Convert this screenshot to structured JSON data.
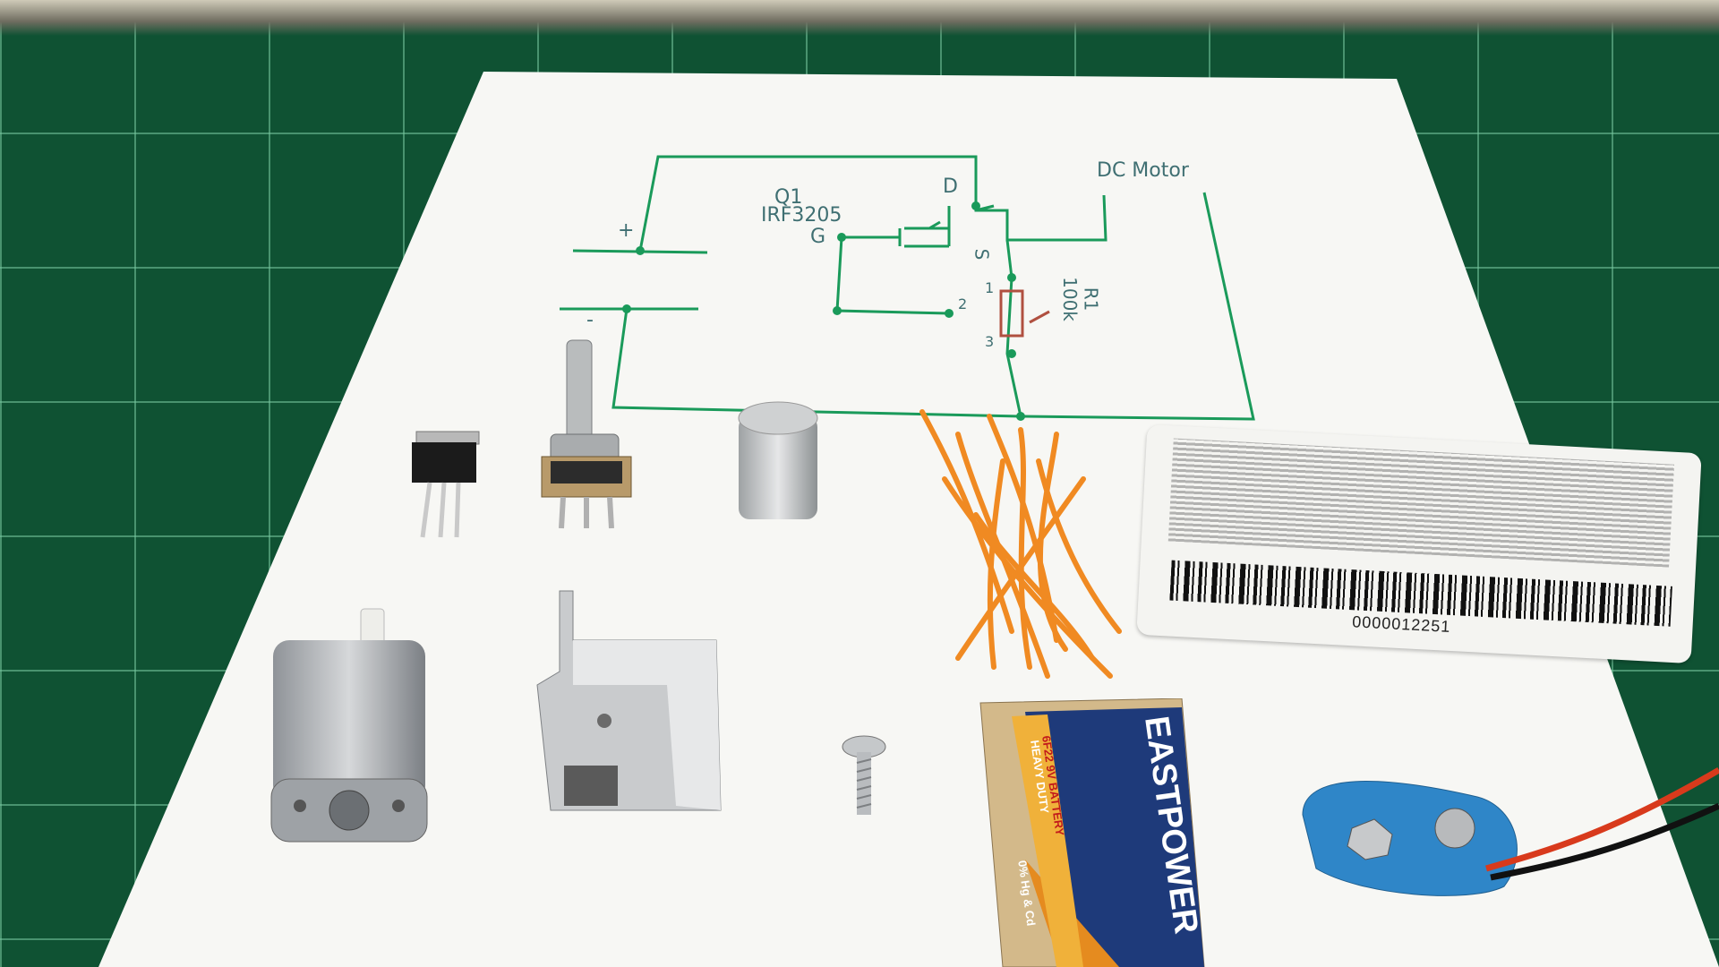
{
  "schematic": {
    "q1_label": "Q1",
    "mosfet_part": "IRF3205",
    "pin_d": "D",
    "pin_g": "G",
    "pin_s": "S",
    "motor_label": "DC Motor",
    "plus_label": "+",
    "minus_label": "-",
    "r1_label": "R1",
    "r1_value": "100k",
    "pin_1": "1",
    "pin_2": "2",
    "pin_3": "3",
    "wire_color": "#1a9a5a"
  },
  "card": {
    "number": "0000012251"
  },
  "battery": {
    "brand": "EASTPOWER",
    "type": "6F22 9V BATTERY",
    "duty": "HEAVY DUTY",
    "note": "0% Hg & Cd"
  },
  "colors": {
    "mat": "#0f5233",
    "paper": "#f7f7f4",
    "wire_orange": "#f08a22",
    "clip_blue": "#2f86c8"
  }
}
